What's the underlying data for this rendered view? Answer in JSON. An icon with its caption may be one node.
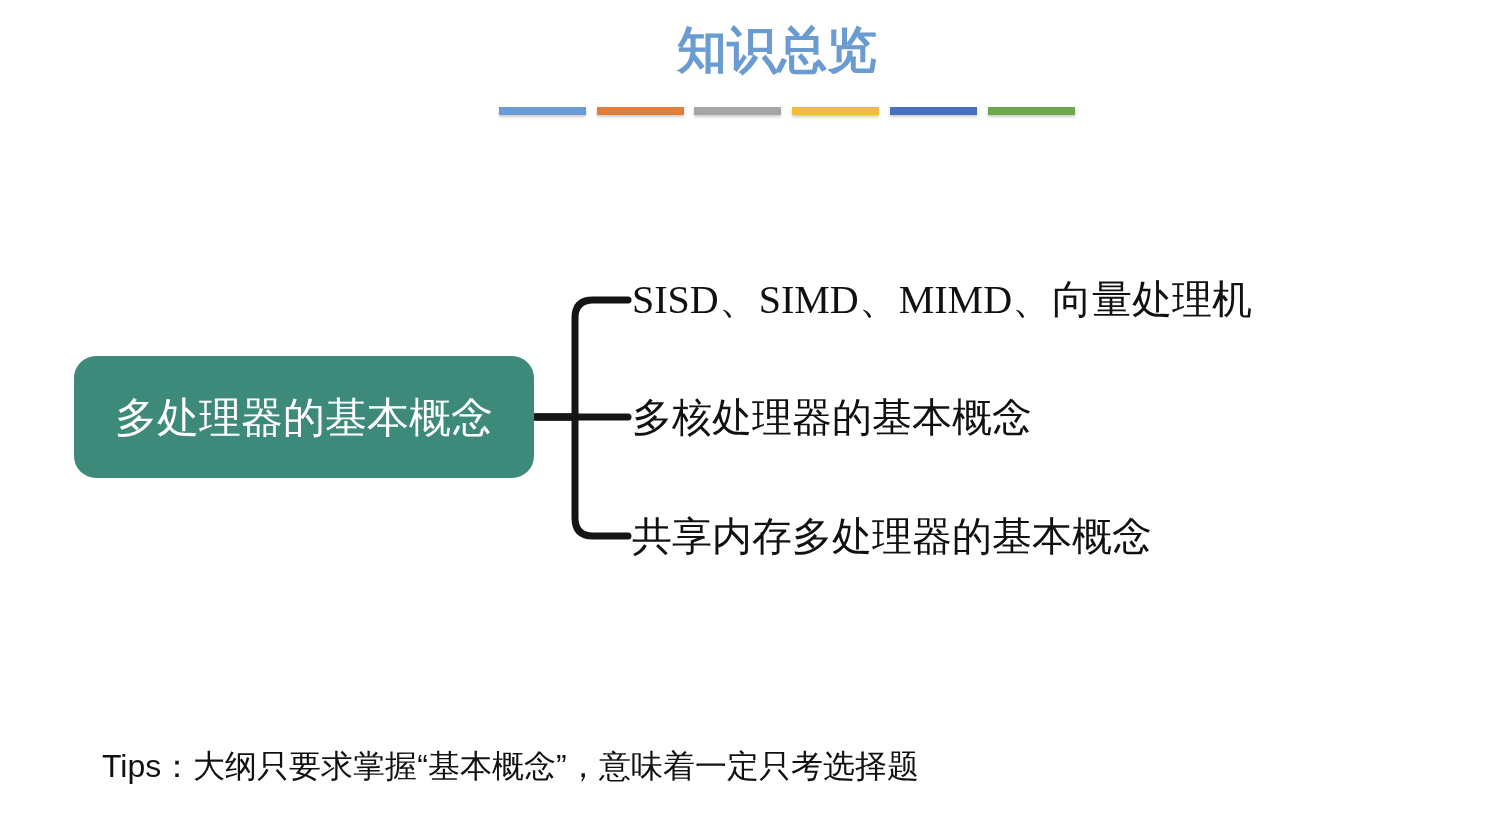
{
  "diagram": {
    "title": "知识总览",
    "nodes": [
      {
        "text": [
          "多处理器的基本概念"
        ]
      },
      {
        "text": [
          "SISD、SIMD、MIMD、向量处理机"
        ]
      },
      {
        "text": [
          "多核处理器的基本概念"
        ]
      },
      {
        "text": [
          "共享内存多处理器的基本概念"
        ]
      }
    ],
    "edges": [
      {
        "from": 0,
        "to": 1,
        "arrow": "none"
      },
      {
        "from": 0,
        "to": 2,
        "arrow": "none"
      },
      {
        "from": 0,
        "to": 3,
        "arrow": "none"
      }
    ],
    "labels": [
      "Tips：大纲只要求掌握“基本概念”，意味着一定只考选择题"
    ]
  }
}
